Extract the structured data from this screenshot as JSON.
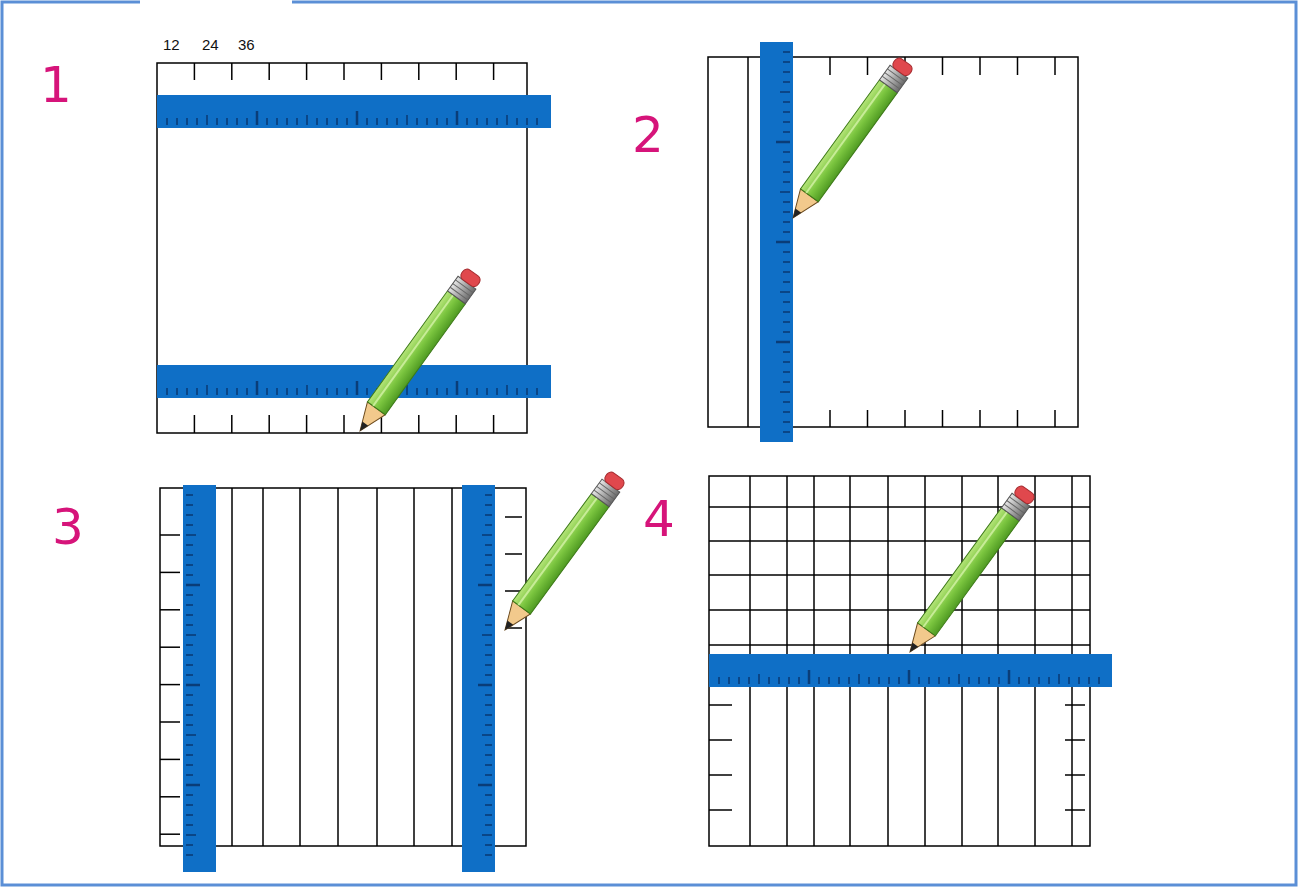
{
  "diagram": {
    "labels": [
      "12",
      "24",
      "36",
      "1",
      "2",
      "3",
      "4"
    ]
  }
}
